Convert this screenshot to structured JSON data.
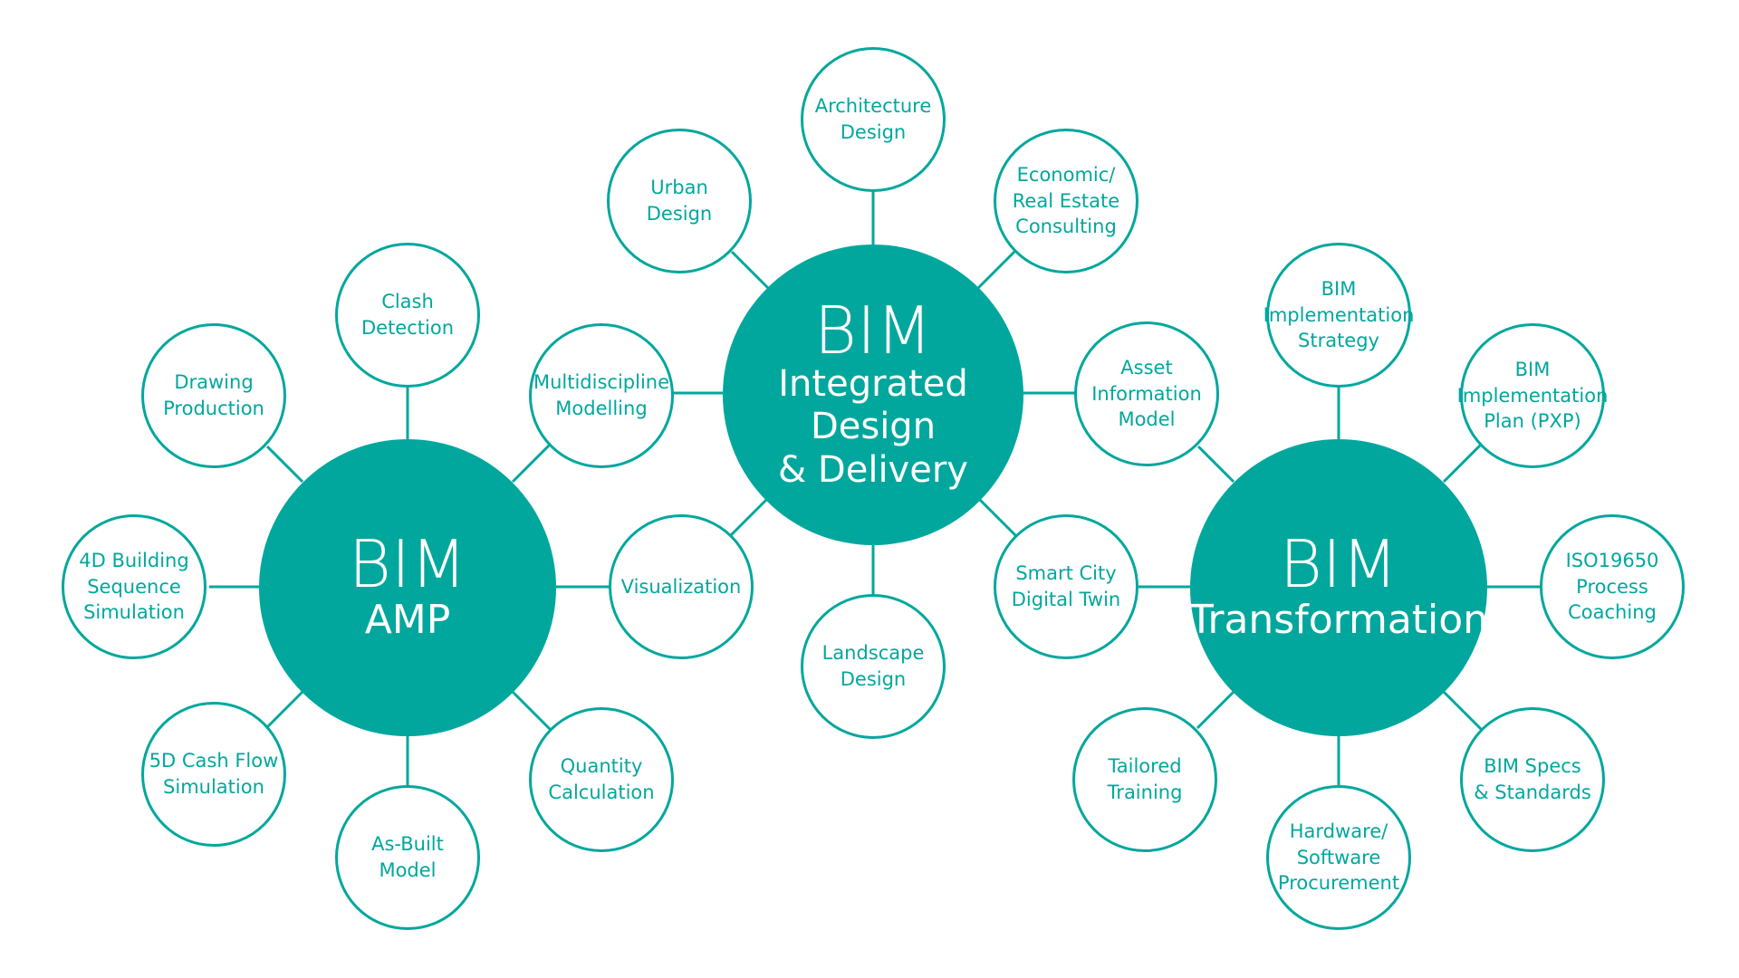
{
  "colors": {
    "accent": "#01a79d",
    "text_on_accent": "#ffffff",
    "background": "#ffffff"
  },
  "hubs": [
    {
      "id": "amp",
      "title": "BIM",
      "subtitle": "AMP",
      "satellites": [
        {
          "id": "clash",
          "label": "Clash\nDetection"
        },
        {
          "id": "multi",
          "label": "Multidiscipline\nModelling"
        },
        {
          "id": "visual",
          "label": "Visualization"
        },
        {
          "id": "quantity",
          "label": "Quantity\nCalculation"
        },
        {
          "id": "asbuilt",
          "label": "As-Built\nModel"
        },
        {
          "id": "cashflow",
          "label": "5D Cash Flow\nSimulation"
        },
        {
          "id": "fourd",
          "label": "4D Building\nSequence\nSimulation"
        },
        {
          "id": "drawing",
          "label": "Drawing\nProduction"
        }
      ]
    },
    {
      "id": "idd",
      "title": "BIM",
      "subtitle": "Integrated Design\n& Delivery",
      "satellites": [
        {
          "id": "arch",
          "label": "Architecture\nDesign"
        },
        {
          "id": "econ",
          "label": "Economic/\nReal Estate\nConsulting"
        },
        {
          "id": "asset",
          "label": "Asset\nInformation\nModel"
        },
        {
          "id": "smart",
          "label": "Smart City\nDigital Twin"
        },
        {
          "id": "landscape",
          "label": "Landscape\nDesign"
        },
        {
          "id": "urban",
          "label": "Urban\nDesign"
        }
      ]
    },
    {
      "id": "trans",
      "title": "BIM",
      "subtitle": "Transformation",
      "satellites": [
        {
          "id": "strategy",
          "label": "BIM\nImplementation\nStrategy"
        },
        {
          "id": "plan",
          "label": "BIM\nImplementation\nPlan (PXP)"
        },
        {
          "id": "iso",
          "label": "ISO19650\nProcess\nCoaching"
        },
        {
          "id": "specs",
          "label": "BIM Specs\n& Standards"
        },
        {
          "id": "hardware",
          "label": "Hardware/\nSoftware\nProcurement"
        },
        {
          "id": "training",
          "label": "Tailored\nTraining"
        }
      ]
    }
  ]
}
